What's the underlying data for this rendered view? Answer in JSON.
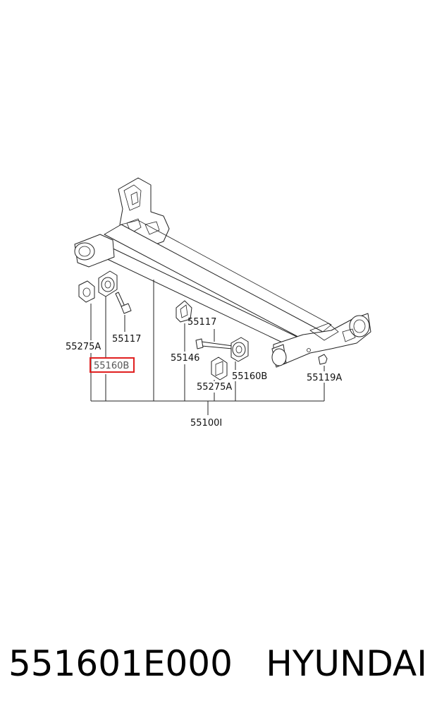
{
  "diagram": {
    "callouts": [
      {
        "id": "c1",
        "text": "55275A",
        "highlighted": false
      },
      {
        "id": "c2",
        "text": "55160B",
        "highlighted": true
      },
      {
        "id": "c3",
        "text": "55117",
        "highlighted": false
      },
      {
        "id": "c4",
        "text": "55146",
        "highlighted": false
      },
      {
        "id": "c5",
        "text": "55117",
        "highlighted": false
      },
      {
        "id": "c6",
        "text": "55275A",
        "highlighted": false
      },
      {
        "id": "c7",
        "text": "55160B",
        "highlighted": false
      },
      {
        "id": "c8",
        "text": "55119A",
        "highlighted": false
      },
      {
        "id": "c9",
        "text": "55100I",
        "highlighted": false
      }
    ],
    "highlight_color": "#e02020"
  },
  "footer": {
    "part_number": "551601E000",
    "brand": "HYUNDAI"
  }
}
